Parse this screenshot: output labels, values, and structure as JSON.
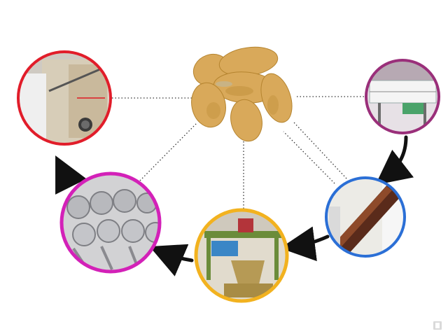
{
  "diagram": {
    "center": {
      "name": "potatoes",
      "icon": "potato-pile-icon",
      "skin_color": "#d9a95a",
      "shade_color": "#b5842f"
    },
    "stations": [
      {
        "id": "drum-washer",
        "icon": "drum-washer-machine-icon",
        "ring_color": "#e11d2a"
      },
      {
        "id": "peeling-conveyor",
        "icon": "peeling-conveyor-icon",
        "ring_color": "#9a2f7a"
      },
      {
        "id": "screw-conveyor",
        "icon": "screw-conveyor-icon",
        "ring_color": "#2b6fd6"
      },
      {
        "id": "hammer-crusher",
        "icon": "hammer-crusher-icon",
        "ring_color": "#f2b21f"
      },
      {
        "id": "centrifugal-sieves",
        "icon": "centrifugal-sieve-icon",
        "ring_color": "#d321b8"
      }
    ],
    "flow": [
      {
        "from": "peeling-conveyor",
        "to": "screw-conveyor"
      },
      {
        "from": "screw-conveyor",
        "to": "hammer-crusher"
      },
      {
        "from": "hammer-crusher",
        "to": "centrifugal-sieves"
      },
      {
        "from": "centrifugal-sieves",
        "to": "drum-washer"
      }
    ],
    "arrow_color": "#111111",
    "link_line_color": "#333333"
  },
  "watermark": {
    "icon": "corner-logo-icon",
    "color": "#d9d9d9"
  }
}
